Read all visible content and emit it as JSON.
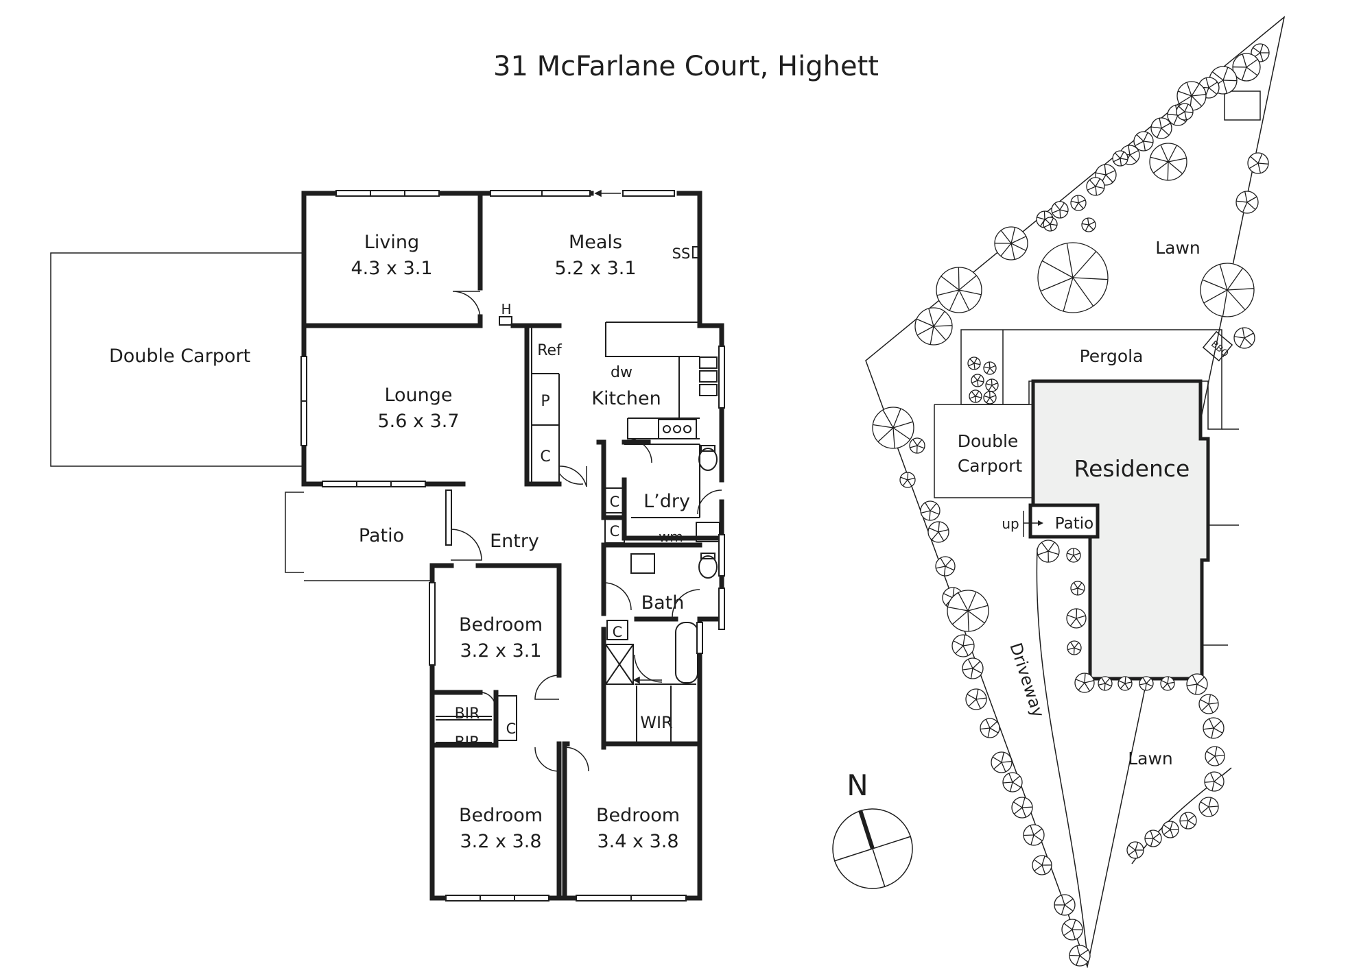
{
  "title": "31 McFarlane Court, Highett",
  "colors": {
    "line": "#1e1e1e",
    "residence_fill": "#eff0ef",
    "background": "#ffffff"
  },
  "floor_plan": {
    "double_carport": "Double Carport",
    "living": {
      "name": "Living",
      "size": "4.3 x 3.1"
    },
    "meals": {
      "name": "Meals",
      "size": "5.2 x 3.1"
    },
    "lounge": {
      "name": "Lounge",
      "size": "5.6 x 3.7"
    },
    "kitchen": "Kitchen",
    "ref": "Ref",
    "dw": "dw",
    "pantry": "P",
    "ss": "SS",
    "heater": "H",
    "cupboard": "C",
    "laundry": "L’dry",
    "wm": "wm",
    "patio": "Patio",
    "entry": "Entry",
    "bath": "Bath",
    "wir": "WIR",
    "bir": "BIR",
    "bedroom_1": {
      "name": "Bedroom",
      "size": "3.2 x 3.1"
    },
    "bedroom_2": {
      "name": "Bedroom",
      "size": "3.2 x 3.8"
    },
    "bedroom_3": {
      "name": "Bedroom",
      "size": "3.4 x 3.8"
    }
  },
  "compass": {
    "label": "N"
  },
  "site_plan": {
    "lawn_top": "Lawn",
    "pergola": "Pergola",
    "bbq": "BBQ",
    "double_carport": {
      "line1": "Double",
      "line2": "Carport"
    },
    "residence": "Residence",
    "up": "up",
    "patio": "Patio",
    "driveway": "Driveway",
    "lawn_bottom": "Lawn"
  }
}
